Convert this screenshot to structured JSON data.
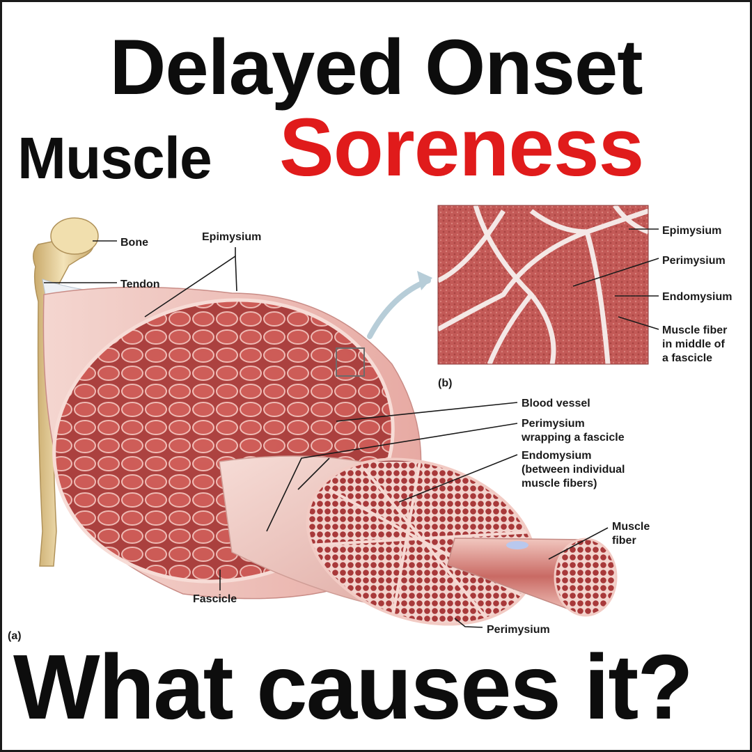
{
  "title": {
    "line1": "Delayed Onset",
    "line2_prefix": "Muscle",
    "line2_highlight": "Soreness"
  },
  "question": "What causes it?",
  "colors": {
    "title": "#0d0d0d",
    "highlight": "#e01b1b",
    "muscle_tissue": "#c5514f",
    "connective_tissue": "#f6dcd6",
    "bone": "#e6cf9c"
  },
  "panel_a": {
    "tag": "(a)",
    "labels": {
      "bone": "Bone",
      "tendon": "Tendon",
      "epimysium": "Epimysium",
      "blood_vessel": "Blood vessel",
      "perimysium_wrap_1": "Perimysium",
      "perimysium_wrap_2": "wrapping a fascicle",
      "endomysium_1": "Endomysium",
      "endomysium_2": "(between individual",
      "endomysium_3": "muscle fibers)",
      "muscle_fiber_1": "Muscle",
      "muscle_fiber_2": "fiber",
      "fascicle": "Fascicle",
      "perimysium": "Perimysium"
    }
  },
  "panel_b": {
    "tag": "(b)",
    "labels": {
      "epimysium": "Epimysium",
      "perimysium": "Perimysium",
      "endomysium": "Endomysium",
      "muscle_fiber_1": "Muscle fiber",
      "muscle_fiber_2": "in middle of",
      "muscle_fiber_3": "a fascicle"
    }
  }
}
